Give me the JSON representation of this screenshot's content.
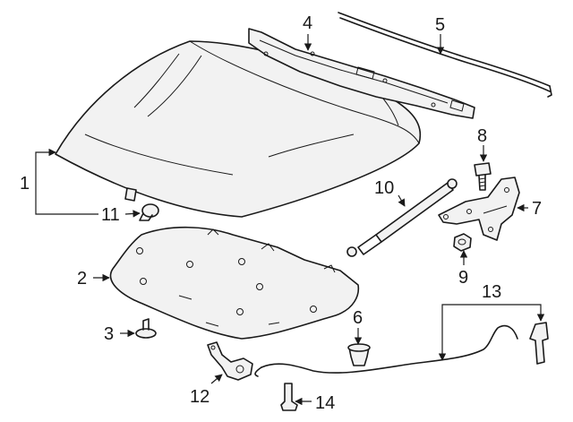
{
  "callouts": {
    "c1": "1",
    "c2": "2",
    "c3": "3",
    "c4": "4",
    "c5": "5",
    "c6": "6",
    "c7": "7",
    "c8": "8",
    "c9": "9",
    "c10": "10",
    "c11": "11",
    "c12": "12",
    "c13": "13",
    "c14": "14"
  },
  "colors": {
    "line": "#1a1a1a",
    "background": "#ffffff",
    "fill": "#f2f2f2"
  }
}
